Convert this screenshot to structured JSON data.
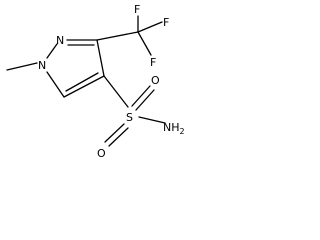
{
  "structure": {
    "atoms": {
      "n1": "N",
      "n2": "N",
      "f_top": "F",
      "f_right": "F",
      "f_mid": "F",
      "s": "S",
      "o_left": "O",
      "o_right": "O",
      "nh2_main": "NH",
      "nh2_sub": "2"
    }
  }
}
